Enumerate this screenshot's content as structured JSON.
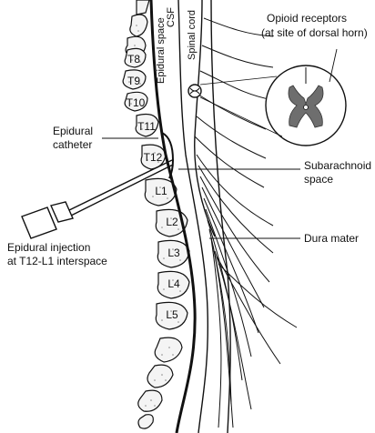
{
  "regions": {
    "epidural_space": "Epidural space",
    "csf": "CSF",
    "spinal_cord": "Spinal cord"
  },
  "vertebrae": [
    "T8",
    "T9",
    "T10",
    "T11",
    "T12",
    "L1",
    "L2",
    "L3",
    "L4",
    "L5"
  ],
  "callouts": {
    "opioid_line1": "Opioid receptors",
    "opioid_line2": "(at site of dorsal horn)",
    "catheter_line1": "Epidural",
    "catheter_line2": "catheter",
    "subarachnoid_line1": "Subarachnoid",
    "subarachnoid_line2": "space",
    "dura": "Dura mater",
    "injection_line1": "Epidural injection",
    "injection_line2": "at T12-L1 interspace"
  },
  "colors": {
    "ink": "#111111",
    "gray_matter": "#6e6e6e",
    "bone_fill": "#f4f4f4"
  }
}
